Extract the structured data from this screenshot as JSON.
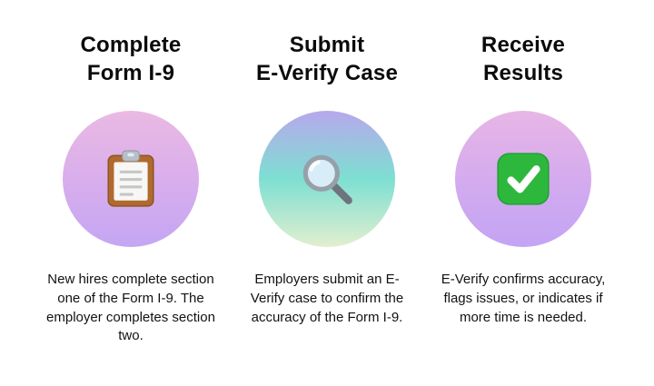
{
  "page": {
    "background_color": "#ffffff",
    "text_color": "#111111"
  },
  "steps": [
    {
      "title_line1": "Complete",
      "title_line2": "Form I-9",
      "icon": "clipboard-icon",
      "circle_gradient": [
        "#eab9e3",
        "#d9aeec",
        "#c4a6f3"
      ],
      "description": "New hires complete section one of the Form I-9. The employer completes section two."
    },
    {
      "title_line1": "Submit",
      "title_line2": "E-Verify Case",
      "icon": "magnifying-glass-icon",
      "circle_gradient": [
        "#b7a8ec",
        "#7ddfd2",
        "#e2efcf"
      ],
      "description": "Employers submit an E-Verify case to confirm the accuracy of the Form I-9."
    },
    {
      "title_line1": "Receive",
      "title_line2": "Results",
      "icon": "check-mark-icon",
      "circle_gradient": [
        "#e8b6e6",
        "#d4abee",
        "#c3a4f4"
      ],
      "description": "E-Verify confirms accuracy, flags issues, or indicates if more time is needed."
    }
  ],
  "icon_colors": {
    "clipboard_board": "#b06a2e",
    "clipboard_paper": "#f7f7f5",
    "clipboard_clip": "#b9bfc9",
    "magnifier_rim": "#97a0a9",
    "magnifier_lens": "#d8edf8",
    "magnifier_handle": "#6e747d",
    "check_box_green": "#2db83d",
    "check_mark_white": "#ffffff"
  }
}
